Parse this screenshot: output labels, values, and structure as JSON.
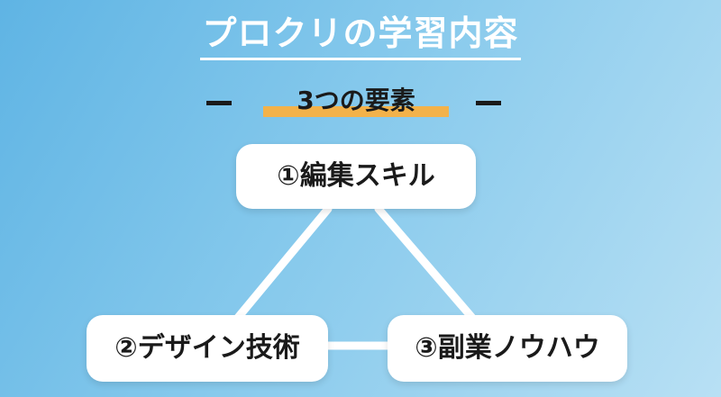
{
  "title": "プロクリの学習内容",
  "subtitle": "3つの要素",
  "elements": [
    {
      "label": "①編集スキル"
    },
    {
      "label": "②デザイン技術"
    },
    {
      "label": "③副業ノウハウ"
    }
  ],
  "colors": {
    "background_start": "#5fb4e4",
    "background_end": "#b8e0f4",
    "accent_highlight": "#f3b24a",
    "node_fill": "#ffffff",
    "text_dark": "#1a1a1a",
    "title_text": "#ffffff"
  }
}
